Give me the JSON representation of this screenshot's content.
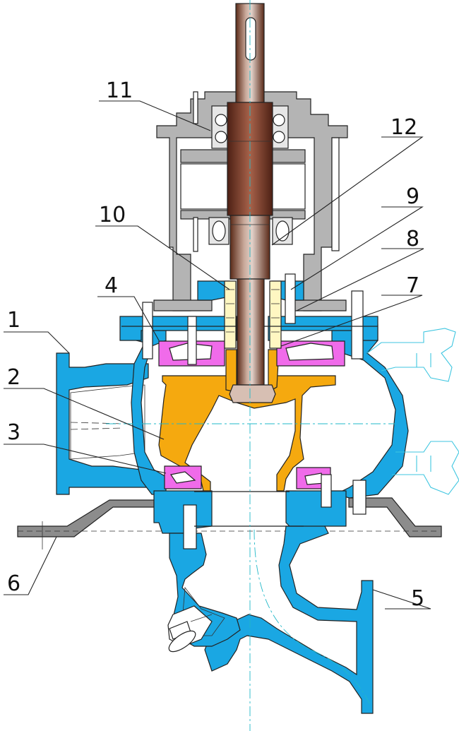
{
  "colors": {
    "casing": "#1aa7e3",
    "impeller": "#f5a90f",
    "wear_ring": "#f06bea",
    "bearing_housing": "#b4b4b4",
    "base_plate": "#8c8c8c",
    "shaft_dark": "#6b3420",
    "shaft_light": "#d7bfb3",
    "outline": "#222222",
    "centerline": "#22b8c8",
    "ghost_outline": "#3fc6e0"
  },
  "part_labels": [
    {
      "id": "1",
      "text": "1"
    },
    {
      "id": "2",
      "text": "2"
    },
    {
      "id": "3",
      "text": "3"
    },
    {
      "id": "4",
      "text": "4"
    },
    {
      "id": "5",
      "text": "5"
    },
    {
      "id": "6",
      "text": "6"
    },
    {
      "id": "7",
      "text": "7"
    },
    {
      "id": "8",
      "text": "8"
    },
    {
      "id": "9",
      "text": "9"
    },
    {
      "id": "10",
      "text": "10"
    },
    {
      "id": "11",
      "text": "11"
    },
    {
      "id": "12",
      "text": "12"
    }
  ]
}
